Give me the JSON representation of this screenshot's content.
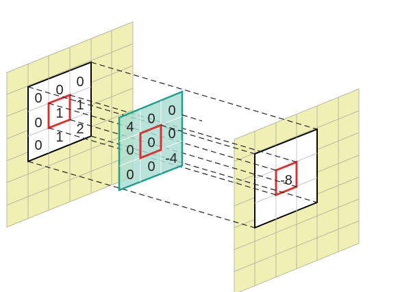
{
  "input": {
    "values": [
      [
        "0",
        "0",
        "0"
      ],
      [
        "0",
        "1",
        "1"
      ],
      [
        "0",
        "1",
        "2"
      ]
    ],
    "center_value": "1"
  },
  "kernel": {
    "values": [
      [
        "4",
        "0",
        "0"
      ],
      [
        "0",
        "0",
        "0"
      ],
      [
        "0",
        "0",
        "-4"
      ]
    ],
    "center_value": "0"
  },
  "output": {
    "value": "-8"
  },
  "colors": {
    "plane_fill": "#f0f0b4",
    "grid_line": "#b8b8a0",
    "kernel_fill": "#a9dcd2",
    "kernel_border": "#1e9e8c",
    "highlight": "#d93434",
    "dash": "#222222"
  }
}
